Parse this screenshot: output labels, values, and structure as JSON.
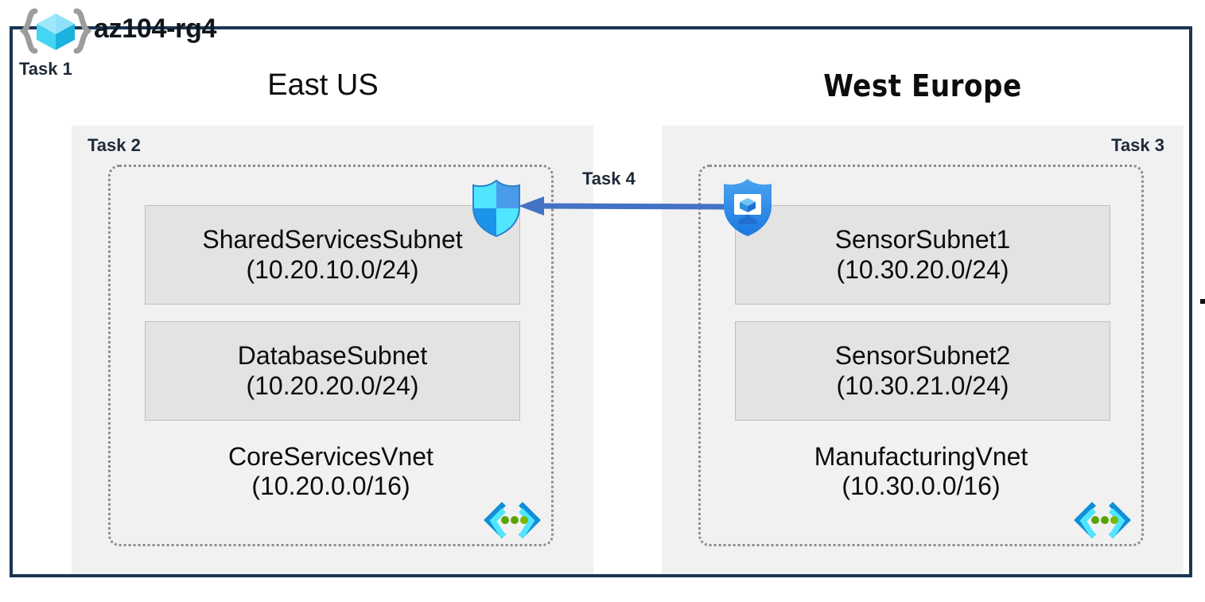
{
  "resource_group": {
    "icon": "resource-group-cube-icon",
    "name": "az104-rg4",
    "task_label": "Task 1"
  },
  "edge_mark": "",
  "peering": {
    "label": "Task 4",
    "arrow_icon": "left-arrow-icon",
    "arrow_color": "#4472c4",
    "direction": "left"
  },
  "floating_icons": {
    "nsg": "network-security-group-shield-icon",
    "bastion": "azure-bastion-shield-icon"
  },
  "colors": {
    "frame_border": "#1b3553",
    "region_background": "#f1f1f1",
    "subnet_background": "#e3e3e3",
    "subnet_border": "#bfbfbf",
    "vnet_border": "#8c8c8c",
    "task_text": "#1f2a37",
    "body_text": "#0d0d0d",
    "arrow": "#4472c4"
  },
  "regions": [
    {
      "key": "east",
      "title": "East US",
      "task_label": "Task 2",
      "task_align": "left",
      "vnet": {
        "name": "CoreServicesVnet",
        "cidr": "(10.20.0.0/16)",
        "glyph_icon": "virtual-network-icon",
        "subnets": [
          {
            "name": "SharedServicesSubnet",
            "cidr": "(10.20.10.0/24)"
          },
          {
            "name": "DatabaseSubnet",
            "cidr": "(10.20.20.0/24)"
          }
        ]
      }
    },
    {
      "key": "west",
      "title": "West Europe",
      "task_label": "Task 3",
      "task_align": "right",
      "vnet": {
        "name": "ManufacturingVnet",
        "cidr": "(10.30.0.0/16)",
        "glyph_icon": "virtual-network-icon",
        "subnets": [
          {
            "name": "SensorSubnet1",
            "cidr": "(10.30.20.0/24)"
          },
          {
            "name": "SensorSubnet2",
            "cidr": "(10.30.21.0/24)"
          }
        ]
      }
    }
  ]
}
